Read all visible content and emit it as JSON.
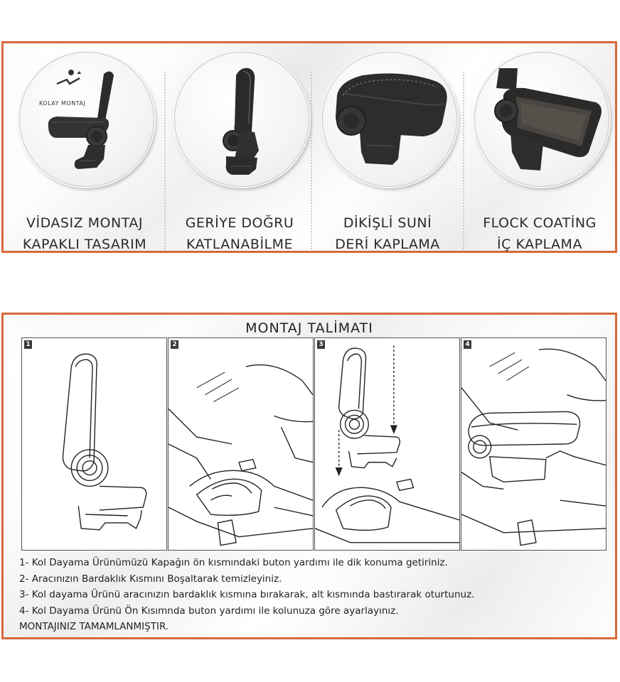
{
  "features": {
    "kolay_label": "KOLAY MONTAJ",
    "items": [
      {
        "icon": "armrest-assembly-icon",
        "line1": "VİDASIZ MONTAJ",
        "line2": "KAPAKLI TASARIM"
      },
      {
        "icon": "armrest-folded-icon",
        "line1": "GERİYE DOĞRU",
        "line2": "KATLANABİLME"
      },
      {
        "icon": "armrest-leather-icon",
        "line1": "DİKİŞLİ SUNİ",
        "line2": "DERİ KAPLAMA"
      },
      {
        "icon": "armrest-storage-icon",
        "line1": "FLOCK COATİNG",
        "line2": "İÇ KAPLAMA"
      }
    ]
  },
  "install": {
    "title": "MONTAJ TALİMATI",
    "steps": [
      "1",
      "2",
      "3",
      "4"
    ],
    "lines": [
      "1- Kol Dayama Ürünümüzü Kapağın ön kısmındaki buton yardımı ile dik konuma getiriniz.",
      "2- Aracınızın Bardaklık Kısmını Boşaltarak temizleyiniz.",
      "3- Kol dayama Ürünü aracınızın bardaklık kısmına bırakarak, alt kısmında bastırarak oturtunuz.",
      "4- Kol Dayama Ürünü Ön Kısımnda buton yardımı ile kolunuza göre ayarlayınız.",
      "MONTAJINIZ TAMAMLANMIŞTIR."
    ]
  },
  "colors": {
    "border": "#d8683a",
    "product": "#2b2b2b"
  }
}
